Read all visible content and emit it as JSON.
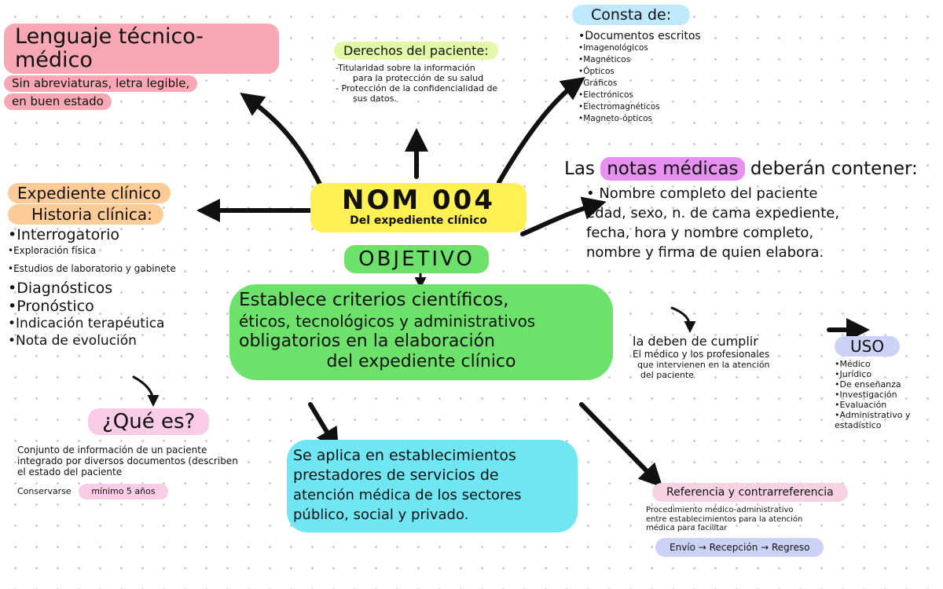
{
  "center": {
    "title": "NOM 004",
    "subtitle": "Del expediente clínico"
  },
  "objetivo": {
    "label": "OBJETIVO",
    "lines": [
      "Establece criterios científicos,",
      "éticos, tecnológicos y administrativos",
      "obligatorios en la elaboración",
      "del expediente clínico"
    ]
  },
  "lenguaje": {
    "title": "Lenguaje técnico-médico",
    "lines": [
      "Sin abreviaturas, letra legible,",
      "en buen estado"
    ]
  },
  "derechos": {
    "title": "Derechos del paciente:",
    "items": [
      "-Titularidad sobre la información",
      "para la protección de su salud",
      "- Protección de la confidencialidad de",
      "sus datos."
    ]
  },
  "consta": {
    "title": "Consta de:",
    "items": [
      "Documentos escritos",
      "Imagenológicos",
      "Magnéticos",
      "Ópticos",
      "Gráficos",
      "Electrónicos",
      "Electromagnéticos",
      "Magneto-ópticos"
    ]
  },
  "expediente": {
    "title1": "Expediente clínico",
    "title2": "Historia clínica:",
    "items": [
      "Interrogatorio",
      "Exploración física",
      "Estudios de laboratorio y gabinete",
      "Diagnósticos",
      "Pronóstico",
      "Indicación terapéutica",
      "Nota de evolución"
    ]
  },
  "notas": {
    "prefix": "Las",
    "highlight": "notas médicas",
    "suffix": "deberán contener:",
    "lines": [
      "• Nombre completo del paciente",
      "edad, sexo, n. de cama expediente,",
      "fecha, hora y nombre completo,",
      "nombre y firma de quien elabora."
    ]
  },
  "cumplir": {
    "lines": [
      "la deben de cumplir",
      "El médico y los profesionales",
      "que intervienen en la atención",
      "del paciente"
    ]
  },
  "uso": {
    "title": "USO",
    "items": [
      "Médico",
      "Jurídico",
      "De enseñanza",
      "Investigación",
      "Evaluación",
      "Administrativo y estadístico"
    ]
  },
  "quees": {
    "title": "¿Qué es?",
    "lines": [
      "Conjunto de información de un paciente",
      "integrado por diversos documentos (describen",
      "el estado del paciente"
    ],
    "conservarse_label": "Conservarse",
    "conservarse_value": "mínimo 5 años"
  },
  "aplica": {
    "lines": [
      "Se aplica en establecimientos",
      "prestadores de servicios de",
      "atención médica de los sectores",
      "público, social y privado."
    ]
  },
  "referencia": {
    "title": "Referencia y contrarreferencia",
    "lines": [
      "Procedimiento médico-administrativo",
      "entre establecimientos para la atención",
      "médica para facilitar"
    ],
    "flow": "Envío → Recepción → Regreso"
  },
  "colors": {
    "pink": "#f7a8b4",
    "lilac_light": "#f8cbe6",
    "yellow": "#fff154",
    "lime": "#e4f7a6",
    "sky": "#bfe9fb",
    "peach": "#fccb98",
    "green": "#6de26b",
    "cyan": "#6fe6f2",
    "magenta": "#e690f0",
    "lavender": "#cbd2f6",
    "pink_light": "#f6d1df"
  }
}
